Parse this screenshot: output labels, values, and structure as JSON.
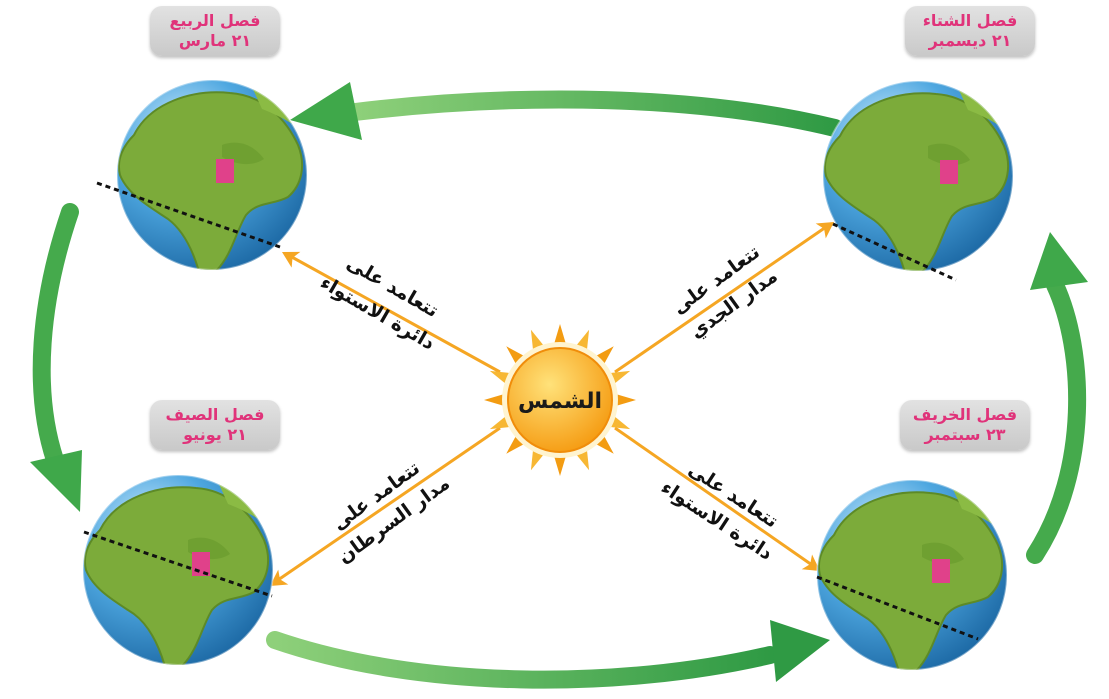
{
  "sun": {
    "label": "الشمس"
  },
  "seasons": {
    "spring": {
      "name": "فصل الربيع",
      "date": "٢١ مارس"
    },
    "winter": {
      "name": "فصل الشتاء",
      "date": "٢١ ديسمبر"
    },
    "summer": {
      "name": "فصل الصيف",
      "date": "٢١ يونيو"
    },
    "autumn": {
      "name": "فصل الخريف",
      "date": "٢٣ سبتمبر"
    }
  },
  "rays": {
    "to_spring": {
      "line1": "تتعامد على",
      "line2": "دائرة الاستواء"
    },
    "to_winter": {
      "line1": "تتعامد على",
      "line2": "مدار الجدي"
    },
    "to_summer": {
      "line1": "تتعامد على",
      "line2": "مدار السرطان"
    },
    "to_autumn": {
      "line1": "تتعامد على",
      "line2": "دائرة الاستواء"
    }
  },
  "colors": {
    "orbit_arrow": "#3fa84a",
    "ray": "#f5a623",
    "sun_core": "#f7a81c",
    "season_text": "#e0337a",
    "ocean": "#2f8ecf",
    "land": "#7cab3a",
    "egypt_marker": "#e0418a"
  }
}
